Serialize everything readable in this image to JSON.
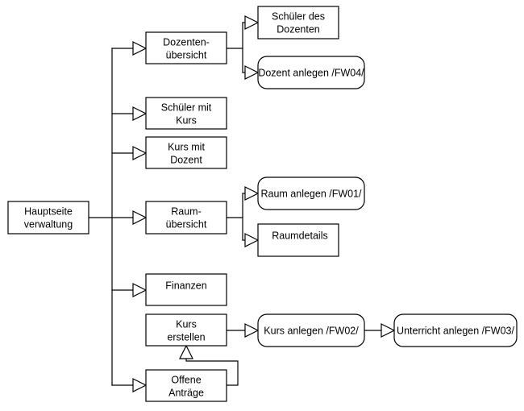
{
  "diagram": {
    "title": "Hauptseite verwaltung Navigationsdiagramm",
    "type": "flowchart",
    "background_color": "#ffffff",
    "line_color": "#000000",
    "text_color": "#000000",
    "node_fill": "#ffffff",
    "nodes": [
      {
        "id": "hauptseite",
        "shape": "rectangle",
        "lines": [
          "Hauptseite",
          "verwaltung"
        ],
        "line1": "Hauptseite",
        "line2": "verwaltung"
      },
      {
        "id": "dozentenuebersicht",
        "shape": "rectangle",
        "lines": [
          "Dozenten-",
          "übersicht"
        ],
        "line1": "Dozenten-",
        "line2": "übersicht"
      },
      {
        "id": "schueler-des-dozenten",
        "shape": "rectangle",
        "lines": [
          "Schüler des",
          "Dozenten"
        ],
        "line1": "Schüler des",
        "line2": "Dozenten"
      },
      {
        "id": "dozent-anlegen",
        "shape": "rounded-rectangle",
        "lines": [
          "Dozent anlegen /FW04/"
        ],
        "line1": "Dozent anlegen /FW04/"
      },
      {
        "id": "schueler-mit-kurs",
        "shape": "rectangle",
        "lines": [
          "Schüler mit",
          "Kurs"
        ],
        "line1": "Schüler mit",
        "line2": "Kurs"
      },
      {
        "id": "kurs-mit-dozent",
        "shape": "rectangle",
        "lines": [
          "Kurs mit",
          "Dozent"
        ],
        "line1": "Kurs mit",
        "line2": "Dozent"
      },
      {
        "id": "raumuebersicht",
        "shape": "rectangle",
        "lines": [
          "Raum-",
          "übersicht"
        ],
        "line1": "Raum-",
        "line2": "übersicht"
      },
      {
        "id": "raum-anlegen",
        "shape": "rounded-rectangle",
        "lines": [
          "Raum anlegen /FW01/"
        ],
        "line1": "Raum anlegen /FW01/"
      },
      {
        "id": "raumdetails",
        "shape": "rectangle",
        "lines": [
          "Raumdetails"
        ],
        "line1": "Raumdetails"
      },
      {
        "id": "finanzen",
        "shape": "rectangle",
        "lines": [
          "Finanzen"
        ],
        "line1": "Finanzen"
      },
      {
        "id": "kurs-erstellen",
        "shape": "rectangle",
        "lines": [
          "Kurs",
          "erstellen"
        ],
        "line1": "Kurs",
        "line2": "erstellen"
      },
      {
        "id": "kurs-anlegen",
        "shape": "rounded-rectangle",
        "lines": [
          "Kurs anlegen /FW02/"
        ],
        "line1": "Kurs anlegen /FW02/"
      },
      {
        "id": "unterricht-anlegen",
        "shape": "rounded-rectangle",
        "lines": [
          "Unterricht anlegen /FW03/"
        ],
        "line1": "Unterricht anlegen /FW03/"
      },
      {
        "id": "offene-antraege",
        "shape": "rectangle",
        "lines": [
          "Offene",
          "Anträge"
        ],
        "line1": "Offene",
        "line2": "Anträge"
      }
    ],
    "edges": [
      {
        "from": "hauptseite",
        "to": "dozentenuebersicht",
        "arrow": "open-triangle"
      },
      {
        "from": "hauptseite",
        "to": "schueler-mit-kurs",
        "arrow": "open-triangle"
      },
      {
        "from": "hauptseite",
        "to": "kurs-mit-dozent",
        "arrow": "open-triangle"
      },
      {
        "from": "hauptseite",
        "to": "raumuebersicht",
        "arrow": "open-triangle"
      },
      {
        "from": "hauptseite",
        "to": "finanzen",
        "arrow": "open-triangle"
      },
      {
        "from": "hauptseite",
        "to": "offene-antraege",
        "arrow": "open-triangle"
      },
      {
        "from": "dozentenuebersicht",
        "to": "schueler-des-dozenten",
        "arrow": "open-triangle"
      },
      {
        "from": "dozentenuebersicht",
        "to": "dozent-anlegen",
        "arrow": "open-triangle"
      },
      {
        "from": "raumuebersicht",
        "to": "raum-anlegen",
        "arrow": "open-triangle"
      },
      {
        "from": "raumuebersicht",
        "to": "raumdetails",
        "arrow": "open-triangle"
      },
      {
        "from": "kurs-erstellen",
        "to": "kurs-anlegen",
        "arrow": "open-triangle"
      },
      {
        "from": "kurs-anlegen",
        "to": "unterricht-anlegen",
        "arrow": "open-triangle"
      },
      {
        "from": "offene-antraege",
        "to": "kurs-erstellen",
        "arrow": "open-triangle"
      }
    ]
  }
}
